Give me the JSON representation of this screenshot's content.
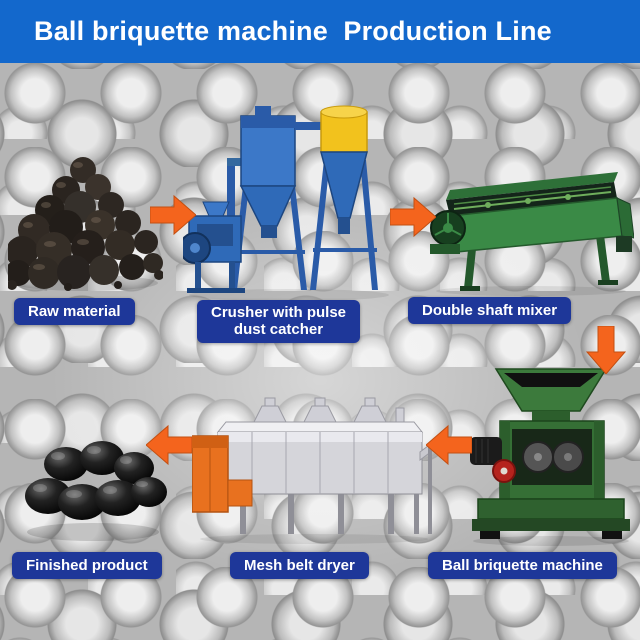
{
  "banner": {
    "title": "Ball briquette machine  Production Line",
    "bg_color": "#1368cc",
    "text_color": "#ffffff"
  },
  "stages": [
    {
      "id": "raw-material",
      "label": "Raw material"
    },
    {
      "id": "crusher-with-pulse-dust-catcher",
      "label": "Crusher with pulse dust catcher",
      "label_lines": [
        "Crusher with pulse",
        "dust catcher"
      ]
    },
    {
      "id": "double-shaft-mixer",
      "label": "Double shaft mixer"
    },
    {
      "id": "ball-briquette-machine",
      "label": "Ball briquette machine"
    },
    {
      "id": "mesh-belt-dryer",
      "label": "Mesh belt dryer"
    },
    {
      "id": "finished-product",
      "label": "Finished product"
    }
  ],
  "flow_arrows": [
    {
      "direction": "right",
      "from": "raw-material",
      "to": "crusher-with-pulse-dust-catcher"
    },
    {
      "direction": "right",
      "from": "crusher-with-pulse-dust-catcher",
      "to": "double-shaft-mixer"
    },
    {
      "direction": "down",
      "from": "double-shaft-mixer",
      "to": "ball-briquette-machine"
    },
    {
      "direction": "left",
      "from": "ball-briquette-machine",
      "to": "mesh-belt-dryer"
    },
    {
      "direction": "left",
      "from": "mesh-belt-dryer",
      "to": "finished-product"
    }
  ],
  "colors": {
    "label_bg": "#1e3799",
    "label_text": "#ffffff",
    "arrow_orange": "#f4641d",
    "machine_blue": "#2f6ab8",
    "cyclone_yellow": "#f2c21d",
    "mixer_green": "#3a8a46",
    "briquette_machine_green": "#356f35",
    "dryer_orange": "#e8711f",
    "background_gray": "#b5b5b5"
  }
}
